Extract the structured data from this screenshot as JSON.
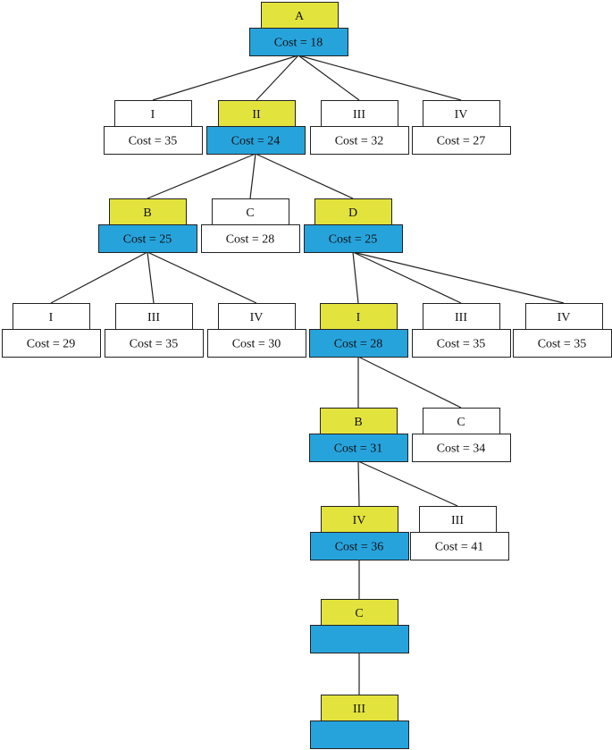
{
  "colors": {
    "selected_top": "#e3e33d",
    "selected_bottom": "#27a3dc",
    "unselected_fill": "#ffffff",
    "border": "#222222",
    "edge": "#222222"
  },
  "nodes": [
    {
      "id": "n0",
      "label": "A",
      "cost": "Cost = 18",
      "selected": true
    },
    {
      "id": "n1",
      "label": "I",
      "cost": "Cost = 35",
      "selected": false
    },
    {
      "id": "n2",
      "label": "II",
      "cost": "Cost = 24",
      "selected": true
    },
    {
      "id": "n3",
      "label": "III",
      "cost": "Cost = 32",
      "selected": false
    },
    {
      "id": "n4",
      "label": "IV",
      "cost": "Cost = 27",
      "selected": false
    },
    {
      "id": "n5",
      "label": "B",
      "cost": "Cost = 25",
      "selected": true
    },
    {
      "id": "n6",
      "label": "C",
      "cost": "Cost = 28",
      "selected": false
    },
    {
      "id": "n7",
      "label": "D",
      "cost": "Cost = 25",
      "selected": true
    },
    {
      "id": "n8",
      "label": "I",
      "cost": "Cost = 29",
      "selected": false
    },
    {
      "id": "n9",
      "label": "III",
      "cost": "Cost = 35",
      "selected": false
    },
    {
      "id": "n10",
      "label": "IV",
      "cost": "Cost = 30",
      "selected": false
    },
    {
      "id": "n11",
      "label": "I",
      "cost": "Cost = 28",
      "selected": true
    },
    {
      "id": "n12",
      "label": "III",
      "cost": "Cost = 35",
      "selected": false
    },
    {
      "id": "n13",
      "label": "IV",
      "cost": "Cost = 35",
      "selected": false
    },
    {
      "id": "n14",
      "label": "B",
      "cost": "Cost = 31",
      "selected": true
    },
    {
      "id": "n15",
      "label": "C",
      "cost": "Cost = 34",
      "selected": false
    },
    {
      "id": "n16",
      "label": "IV",
      "cost": "Cost = 36",
      "selected": true
    },
    {
      "id": "n17",
      "label": "III",
      "cost": "Cost = 41",
      "selected": false
    },
    {
      "id": "n18",
      "label": "C",
      "cost": "",
      "selected": true
    },
    {
      "id": "n19",
      "label": "III",
      "cost": "",
      "selected": true
    }
  ],
  "edges": [
    [
      "n0",
      "n1"
    ],
    [
      "n0",
      "n2"
    ],
    [
      "n0",
      "n3"
    ],
    [
      "n0",
      "n4"
    ],
    [
      "n2",
      "n5"
    ],
    [
      "n2",
      "n6"
    ],
    [
      "n2",
      "n7"
    ],
    [
      "n5",
      "n8"
    ],
    [
      "n5",
      "n9"
    ],
    [
      "n5",
      "n10"
    ],
    [
      "n7",
      "n11"
    ],
    [
      "n7",
      "n12"
    ],
    [
      "n7",
      "n13"
    ],
    [
      "n11",
      "n14"
    ],
    [
      "n11",
      "n15"
    ],
    [
      "n14",
      "n16"
    ],
    [
      "n14",
      "n17"
    ],
    [
      "n16",
      "n18"
    ],
    [
      "n18",
      "n19"
    ]
  ]
}
